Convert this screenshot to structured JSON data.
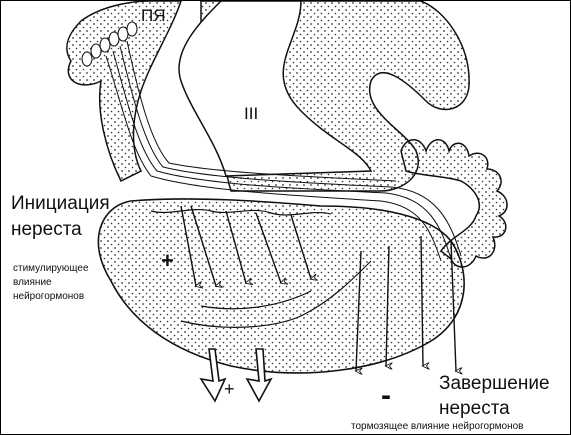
{
  "labels": {
    "py": "ПЯ",
    "ventricle": "III",
    "initiation_line1": "Инициация",
    "initiation_line2": "нереста",
    "stim_line1": "стимулирующее",
    "stim_line2": "влияние",
    "stim_line3": "нейрогормонов",
    "plus_left": "+",
    "plus_bottom": "+",
    "minus": "-",
    "completion_line1": "Завершение",
    "completion_line2": "нереста",
    "inhib": "тормозящее влияние нейрогормонов"
  },
  "colors": {
    "outline": "#111111",
    "stipple": "#333333",
    "background": "#ffffff"
  }
}
